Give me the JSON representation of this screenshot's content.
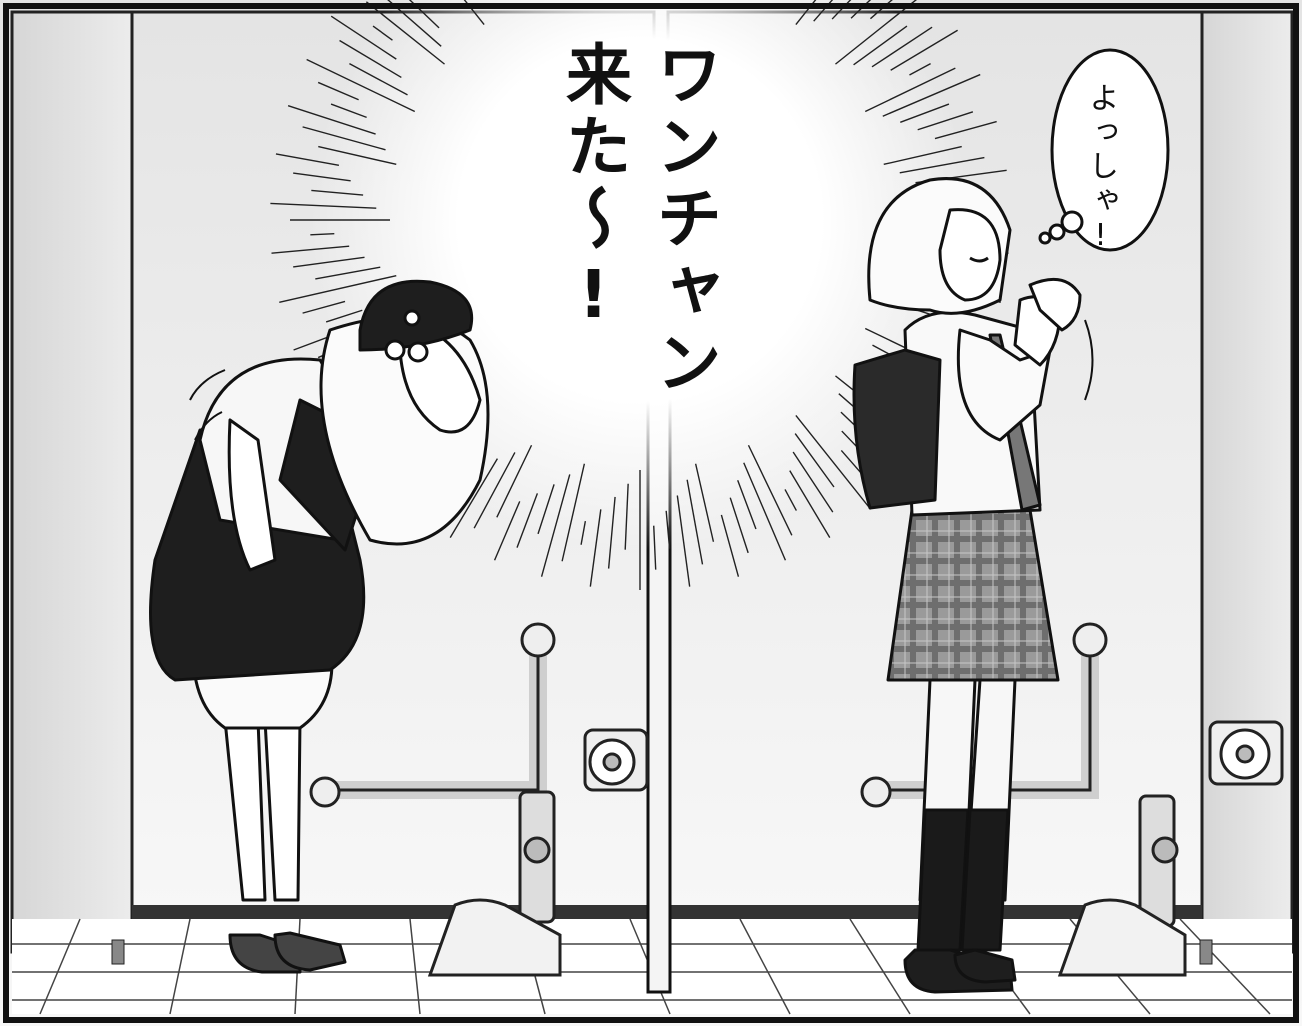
{
  "sfx": {
    "column_1": "ワンチャン",
    "column_2": "来た〜!"
  },
  "thought_bubble": {
    "text": "よっしゃ!"
  },
  "colors": {
    "ink": "#111111",
    "wall_top": "#e6e6e6",
    "wall_bottom": "#f6f6f6",
    "floor": "#ffffff",
    "skirt_dark": "#1e1e1e",
    "plaid": "#8a8a8a"
  }
}
